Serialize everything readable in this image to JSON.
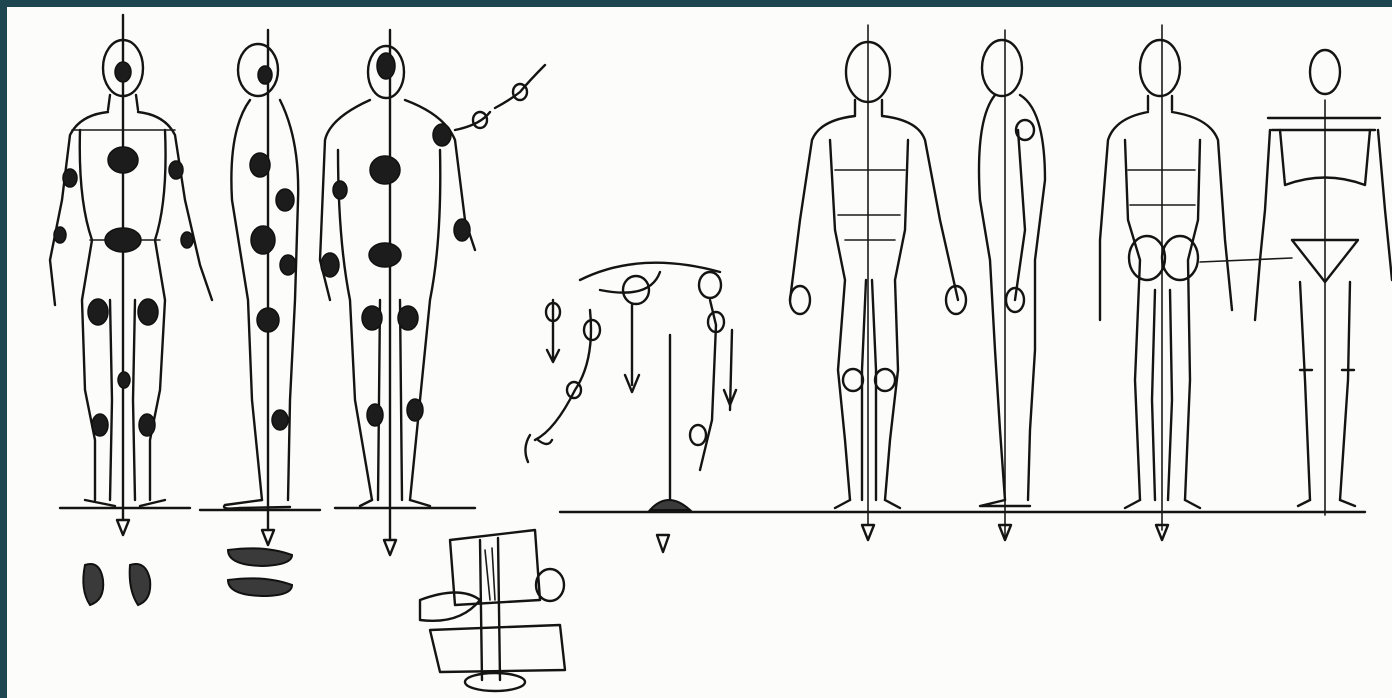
{
  "figure": {
    "figures": [
      {
        "id": "front-weighted",
        "view": "front",
        "weight_masses": true
      },
      {
        "id": "side-weighted",
        "view": "side",
        "weight_masses": true
      },
      {
        "id": "back-weighted",
        "view": "back",
        "weight_masses": true
      },
      {
        "id": "skeleton-masses",
        "view": "front",
        "weight_masses": true
      },
      {
        "id": "front-outline",
        "view": "front",
        "weight_masses": false
      },
      {
        "id": "side-outline",
        "view": "side",
        "weight_masses": false
      },
      {
        "id": "back-outline",
        "view": "back",
        "weight_masses": false
      },
      {
        "id": "front-construction",
        "view": "front",
        "weight_masses": false
      }
    ],
    "colors": {
      "border": "#1d4650",
      "paper": "#fcfcfa",
      "ink": "#141414"
    }
  }
}
